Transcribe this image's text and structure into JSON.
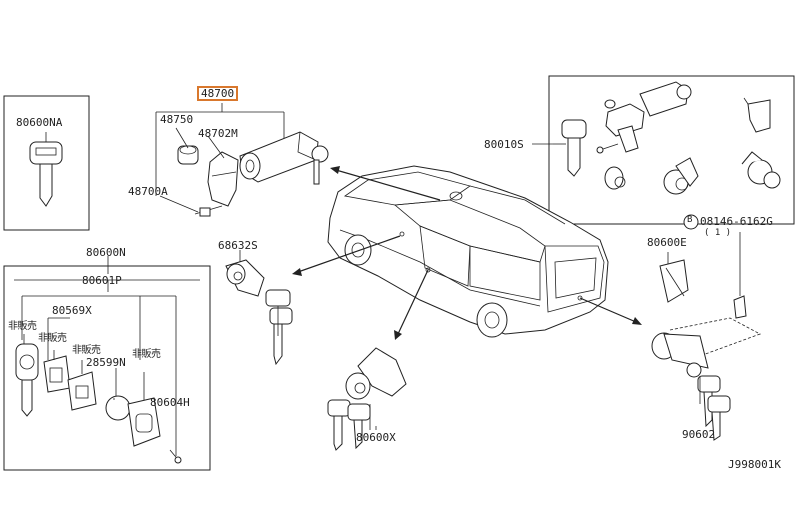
{
  "highlight_color": "#d9782d",
  "labels": {
    "p48700": "48700",
    "p48750": "48750",
    "p48702M": "48702M",
    "p48700A": "48700A",
    "p80600NA": "80600NA",
    "p80010S": "80010S",
    "p68632S": "68632S",
    "p80600N": "80600N",
    "p80601P": "80601P",
    "p80569X": "80569X",
    "p28599N": "28599N",
    "p80604H": "80604H",
    "p80600X": "80600X",
    "p80600E": "80600E",
    "p90602": "90602",
    "p08146": "08146-6162G",
    "bolt_circle": "B",
    "bolt_qty": "( 1 )",
    "not_for_sale": "非販売",
    "drawing_id": "J998001K"
  }
}
